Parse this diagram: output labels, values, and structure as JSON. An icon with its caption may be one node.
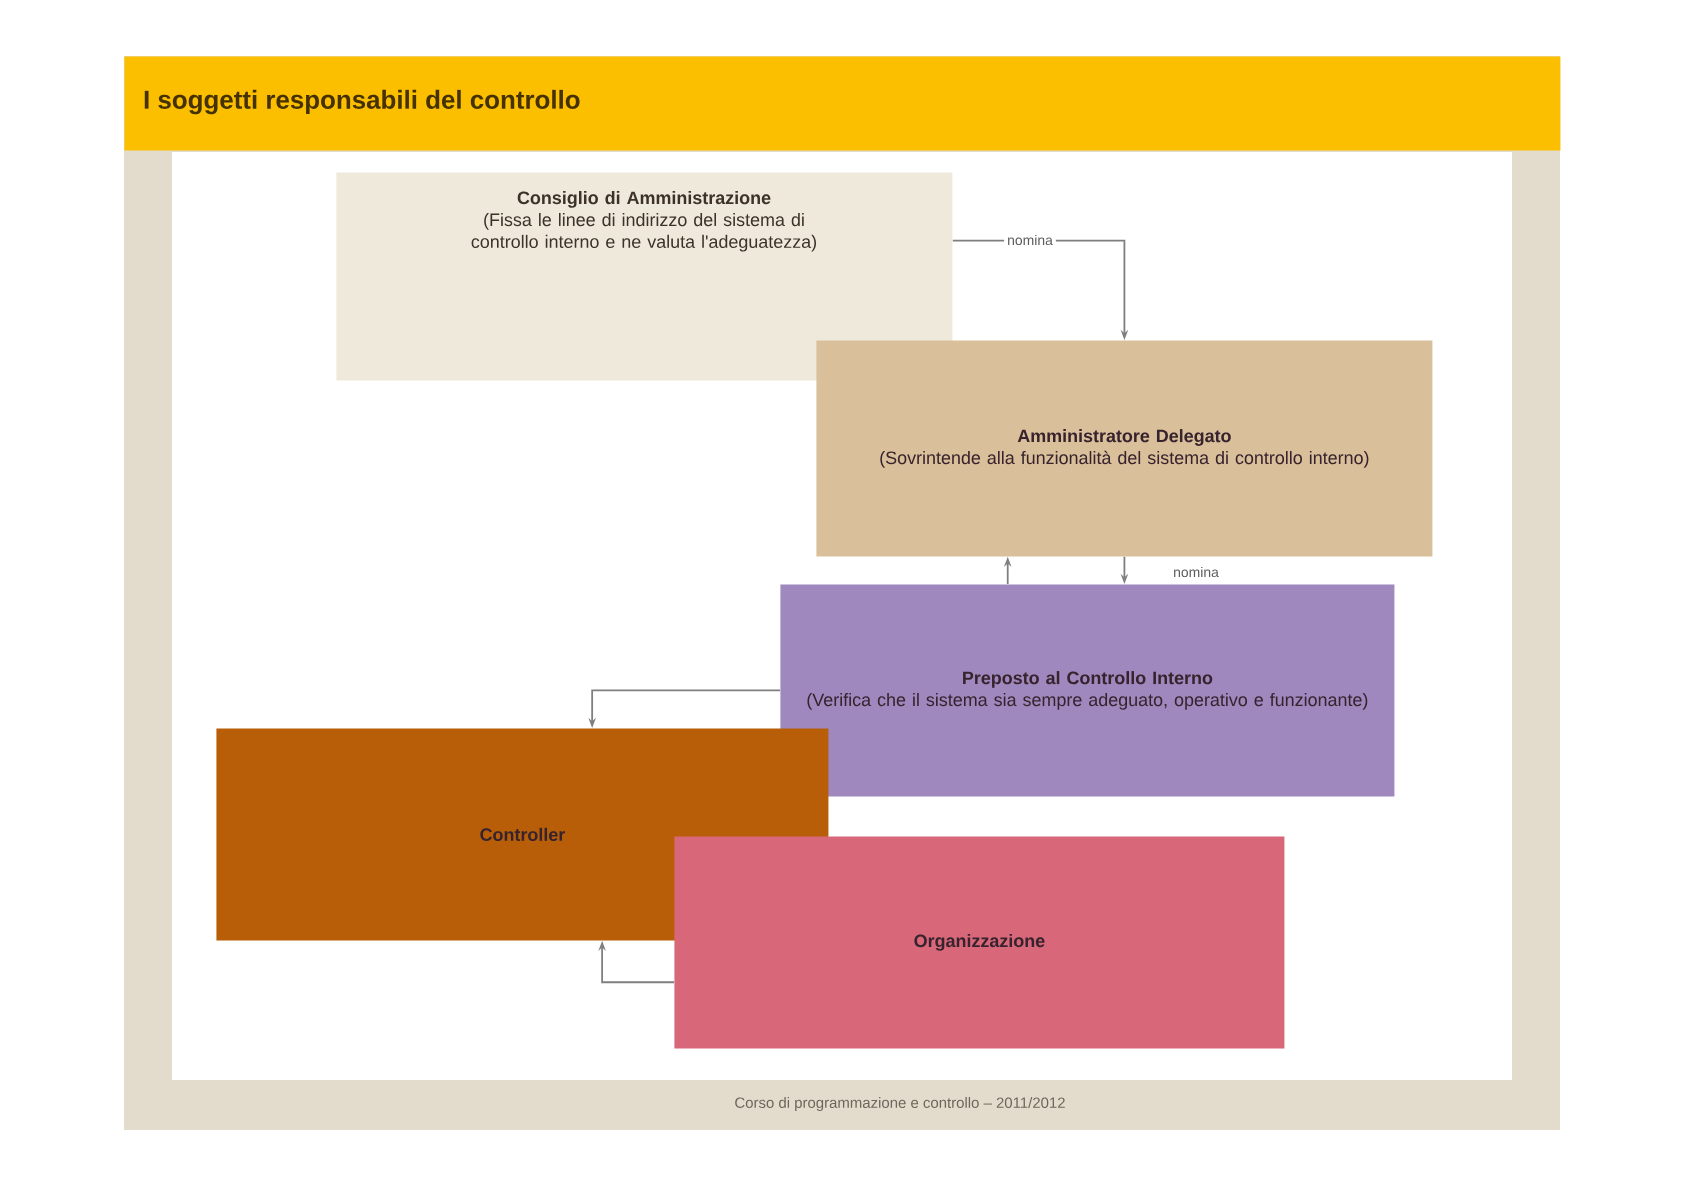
{
  "diagram": {
    "title": "I soggetti responsabili del controllo",
    "nodes": [
      {
        "text": [
          "Consiglio di Amministrazione",
          "(Fissa le linee di indirizzo del sistema di controllo interno e ne valuta l'adeguatezza)"
        ]
      },
      {
        "text": [
          "Amministratore Delegato",
          "(Sovrintende alla funzionalità del sistema di controllo interno)"
        ]
      },
      {
        "text": [
          "Preposto al Controllo Interno",
          "(Verifica che il sistema sia sempre adeguato, operativo e funzionante)"
        ]
      },
      {
        "text": [
          "Controller"
        ]
      },
      {
        "text": [
          "Organizzazione"
        ]
      }
    ],
    "edges": [
      {
        "from": 0,
        "to": 1,
        "arrow": "to",
        "label": "nomina"
      },
      {
        "from": 1,
        "to": 2,
        "arrow": "to",
        "label": "nomina"
      },
      {
        "from": 2,
        "to": 1,
        "arrow": "to"
      },
      {
        "from": 2,
        "to": 3,
        "arrow": "to"
      },
      {
        "from": 4,
        "to": 3,
        "arrow": "to"
      }
    ],
    "labels": [
      "Corso di programmazione e controllo – 2011/2012"
    ]
  }
}
